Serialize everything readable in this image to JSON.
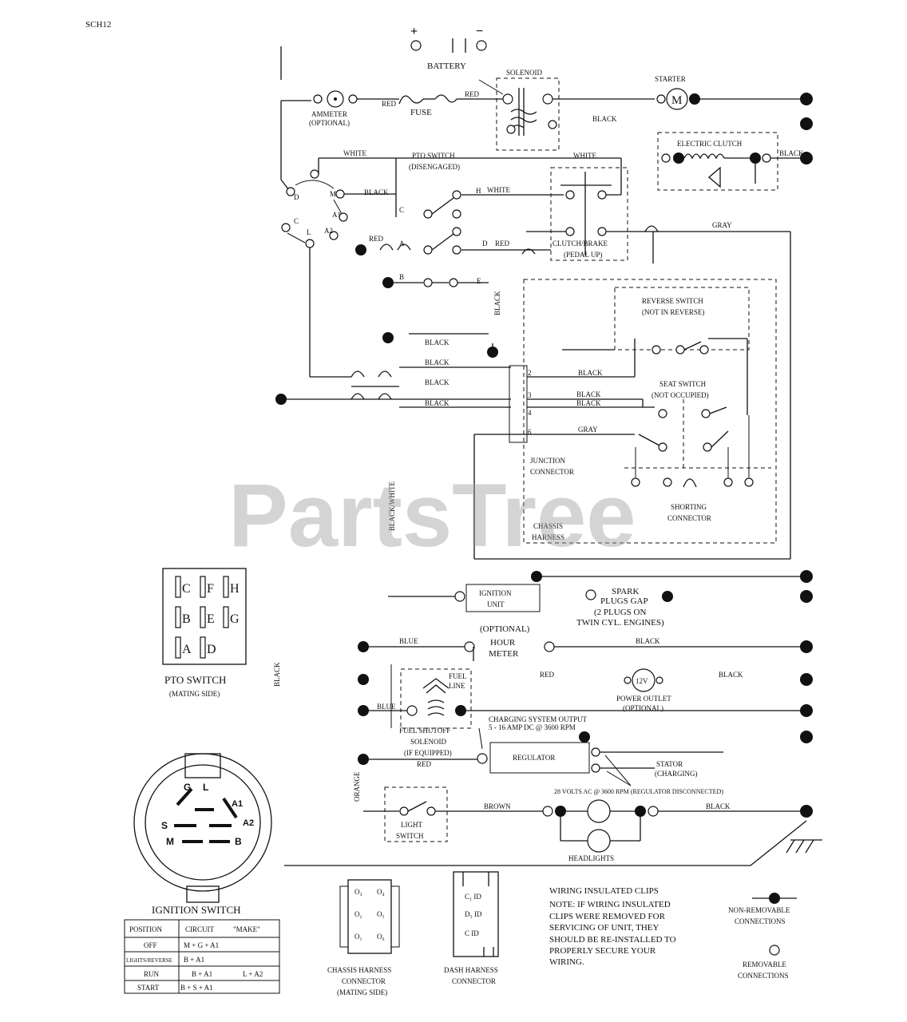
{
  "page_code": "SCH12",
  "watermark": "PartsTree",
  "battery": {
    "label": "BATTERY",
    "plus": "+",
    "minus": "−"
  },
  "solenoid": "SOLENOID",
  "starter": {
    "label": "STARTER",
    "symbol": "M"
  },
  "ammeter": {
    "line1": "AMMETER",
    "line2": "(OPTIONAL)"
  },
  "fuse": "FUSE",
  "electric_clutch": "ELECTRIC CLUTCH",
  "pto_switch_diag": {
    "line1": "PTO SWITCH",
    "line2": "(DISENGAGED)"
  },
  "clutch_brake": {
    "line1": "CLUTCH/BRAKE",
    "line2": "(PEDAL UP)"
  },
  "reverse_switch": {
    "line1": "REVERSE SWITCH",
    "line2": "(NOT IN REVERSE)"
  },
  "seat_switch": {
    "line1": "SEAT SWITCH",
    "line2": "(NOT OCCUPIED)"
  },
  "junction_connector": {
    "line1": "JUNCTION",
    "line2": "CONNECTOR"
  },
  "shorting_connector": {
    "line1": "SHORTING",
    "line2": "CONNECTOR"
  },
  "chassis_harness": {
    "line1": "CHASSIS",
    "line2": "HARNESS"
  },
  "ignition_unit": {
    "line1": "IGNITION",
    "line2": "UNIT"
  },
  "spark": {
    "line1": "SPARK",
    "line2": "PLUGS GAP",
    "line3": "(2 PLUGS ON",
    "line4": "TWIN CYL. ENGINES)"
  },
  "hour_meter": {
    "line1": "(OPTIONAL)",
    "line2": "HOUR",
    "line3": "METER"
  },
  "fuel_line": {
    "line1": "FUEL",
    "line2": "LINE"
  },
  "fuel_solenoid": {
    "line1": "FUEL SHUTOFF",
    "line2": "SOLENOID",
    "line3": "(IF EQUIPPED)"
  },
  "power_outlet": {
    "symbol": "12V",
    "line1": "POWER OUTLET",
    "line2": "(OPTIONAL)"
  },
  "charging": {
    "line1": "CHARGING SYSTEM OUTPUT",
    "line2": "5 - 16 AMP DC @ 3600 RPM"
  },
  "regulator": "REGULATOR",
  "stator": {
    "line1": "STATOR",
    "line2": "(CHARGING)"
  },
  "ac_note": "28 VOLTS AC @ 3600 RPM (REGULATOR DISCONNECTED)",
  "light_switch": {
    "line1": "LIGHT",
    "line2": "SWITCH"
  },
  "headlights": "HEADLIGHTS",
  "pto_mating": {
    "line1": "PTO SWITCH",
    "line2": "(MATING SIDE)",
    "terminals": [
      "C",
      "F",
      "H",
      "B",
      "E",
      "G",
      "A",
      "D"
    ]
  },
  "ignition_switch": {
    "label": "IGNITION SWITCH",
    "terminals": [
      "G",
      "L",
      "A1",
      "S",
      "A2",
      "M",
      "B"
    ]
  },
  "ignition_table": {
    "headers": [
      "POSITION",
      "CIRCUIT",
      "\"MAKE\""
    ],
    "rows": [
      [
        "OFF",
        "M + G + A1",
        ""
      ],
      [
        "LIGHTS/REVERSE",
        "B + A1",
        ""
      ],
      [
        "RUN",
        "B + A1",
        "L + A2"
      ],
      [
        "START",
        "B + S + A1",
        ""
      ]
    ]
  },
  "chassis_mating": {
    "line1": "CHASSIS HARNESS",
    "line2": "CONNECTOR",
    "line3": "(MATING SIDE)"
  },
  "dash_harness": {
    "line1": "DASH HARNESS",
    "line2": "CONNECTOR"
  },
  "wiring_note": [
    "WIRING INSULATED CLIPS",
    "NOTE: IF WIRING INSULATED",
    "CLIPS WERE REMOVED FOR",
    "SERVICING OF UNIT, THEY",
    "SHOULD BE RE-INSTALLED TO",
    "PROPERLY SECURE YOUR",
    "WIRING."
  ],
  "legend": {
    "non_removable_1": "NON-REMOVABLE",
    "non_removable_2": "CONNECTIONS",
    "removable_1": "REMOVABLE",
    "removable_2": "CONNECTIONS"
  },
  "wire_colors": {
    "red": "RED",
    "black": "BLACK",
    "white": "WHITE",
    "gray": "GRAY",
    "blue": "BLUE",
    "brown": "BROWN",
    "orange": "ORANGE",
    "black_white": "BLACK/WHITE"
  },
  "term_letters": {
    "h": "H",
    "c": "C",
    "a": "A",
    "b": "B",
    "e": "E",
    "d": "D",
    "g": "G",
    "l": "L",
    "a1": "A1",
    "a2": "A2",
    "m": "M"
  },
  "junction_pins": [
    "2",
    "3",
    "4",
    "6"
  ]
}
